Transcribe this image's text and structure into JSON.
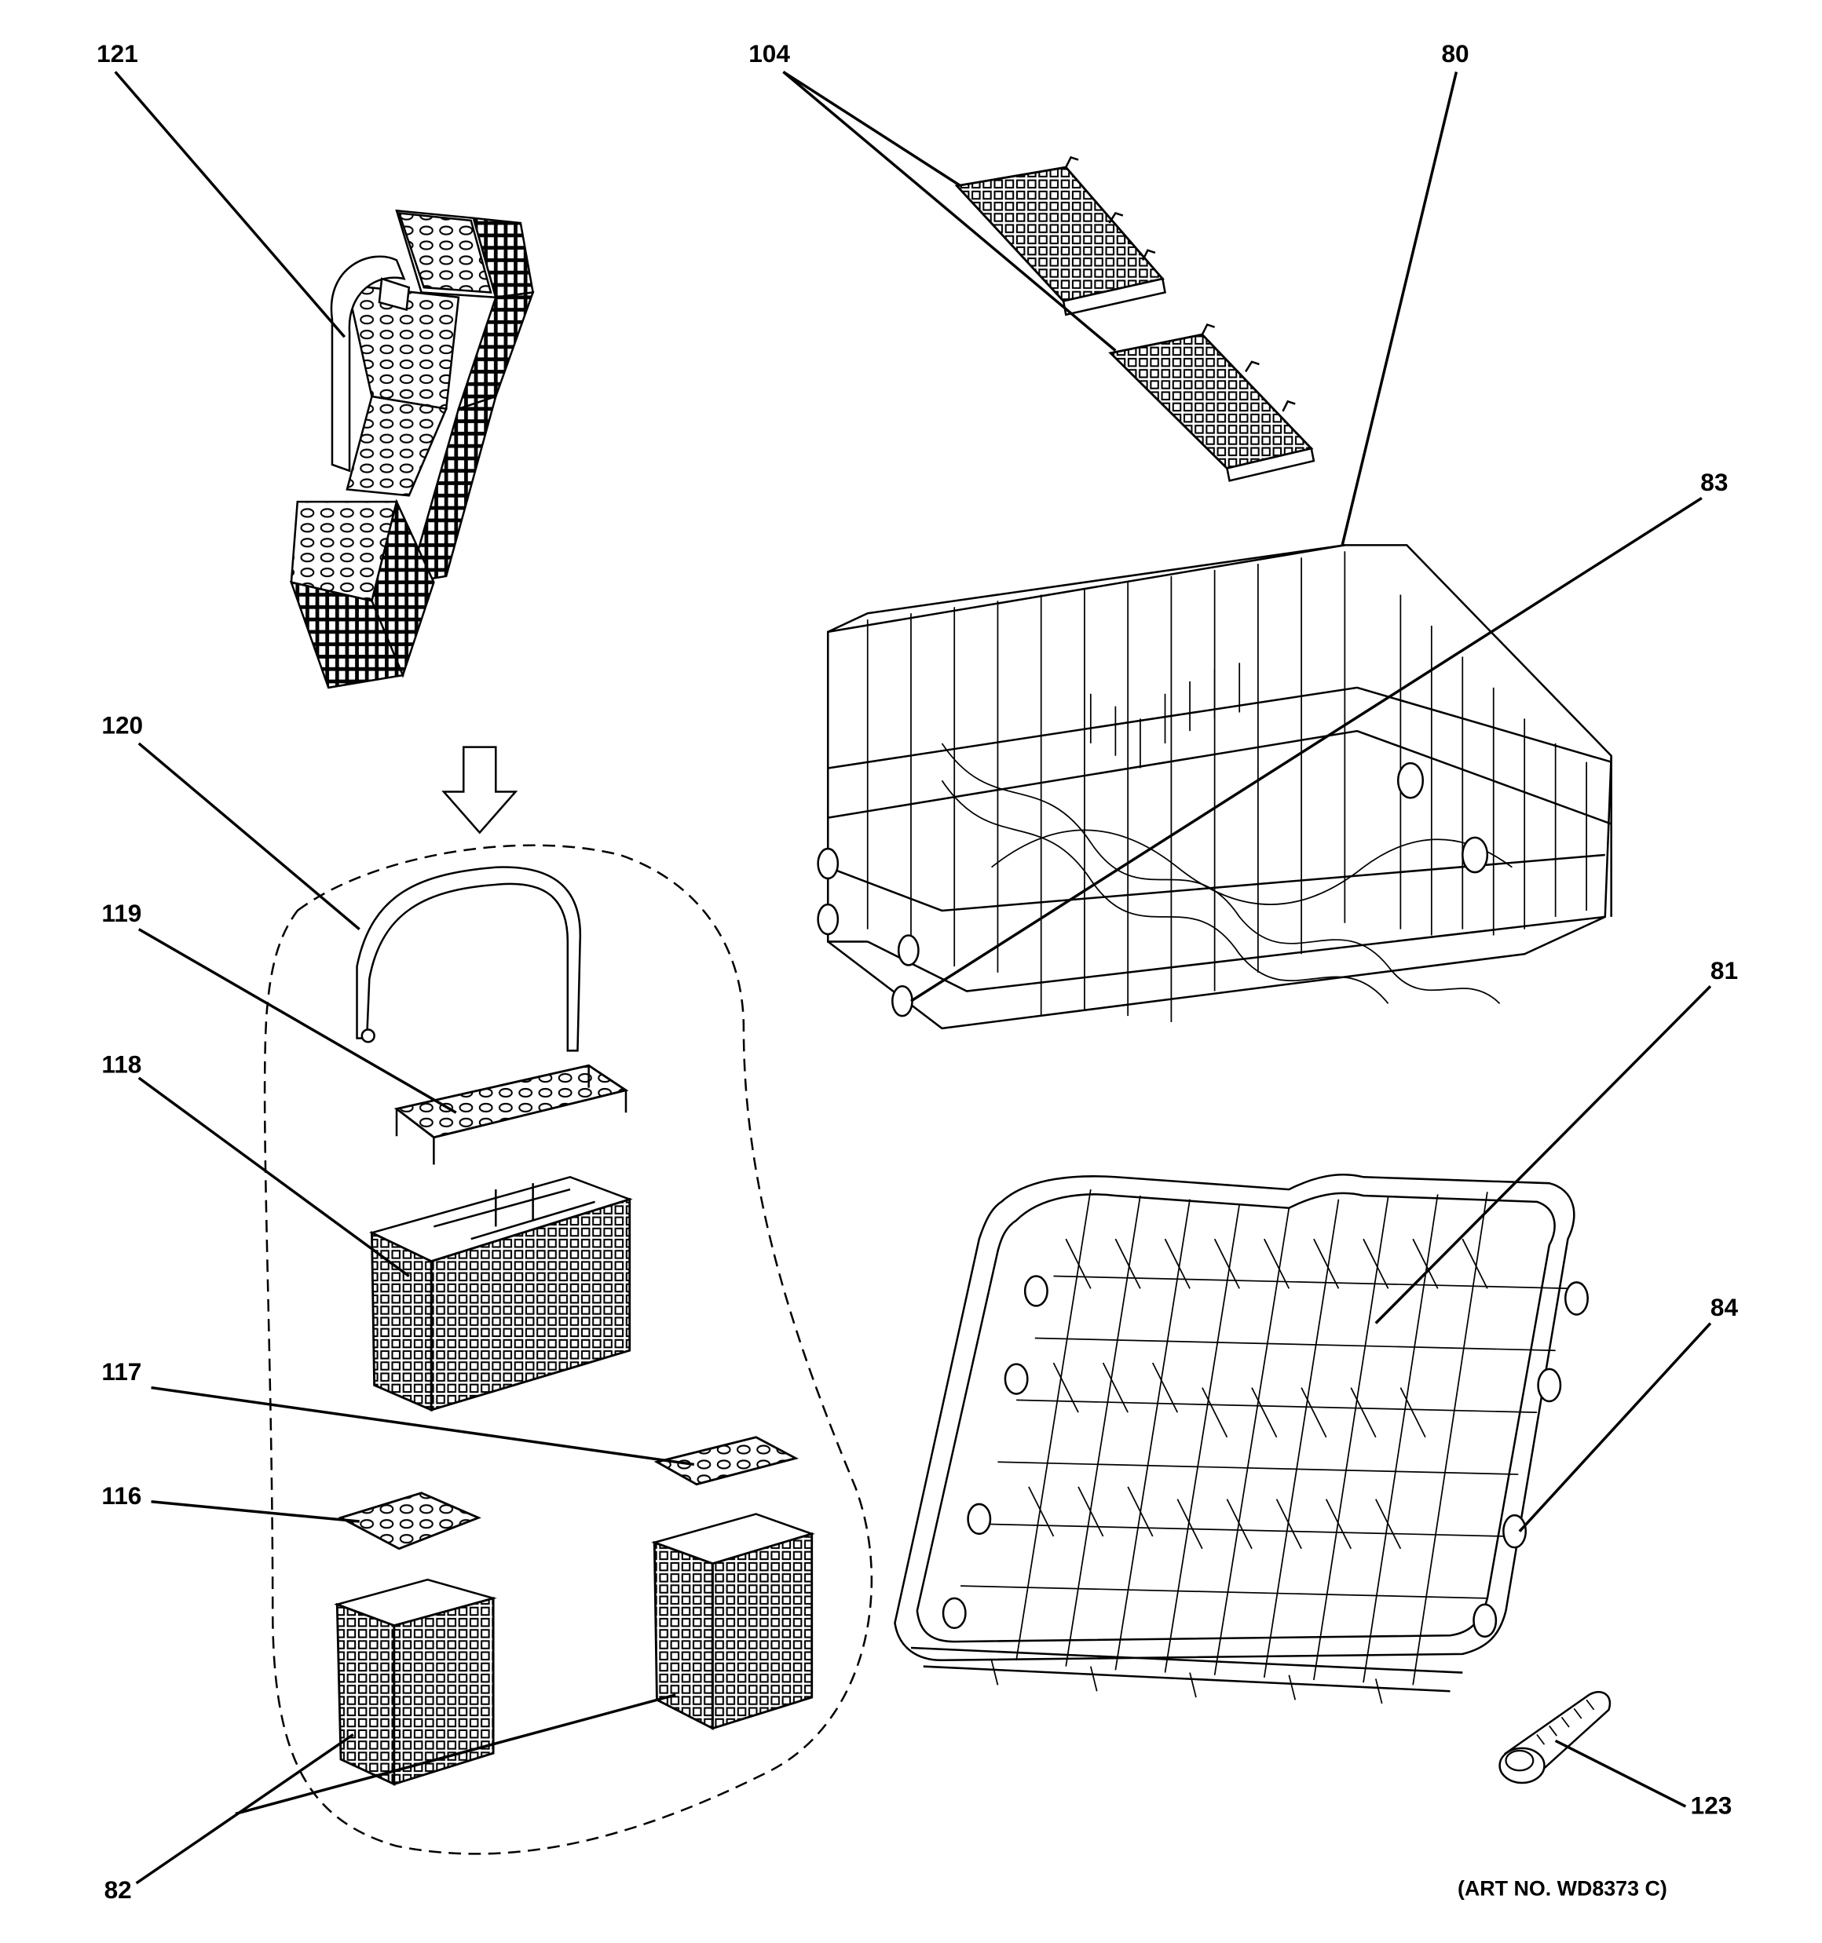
{
  "diagram": {
    "callouts": {
      "p121": "121",
      "p104": "104",
      "p80": "80",
      "p83": "83",
      "p120": "120",
      "p119": "119",
      "p118": "118",
      "p117": "117",
      "p116": "116",
      "p82": "82",
      "p81": "81",
      "p84": "84",
      "p123": "123"
    },
    "art_number": "(ART NO. WD8373 C)"
  },
  "colors": {
    "line": "#000000",
    "background": "#ffffff"
  }
}
